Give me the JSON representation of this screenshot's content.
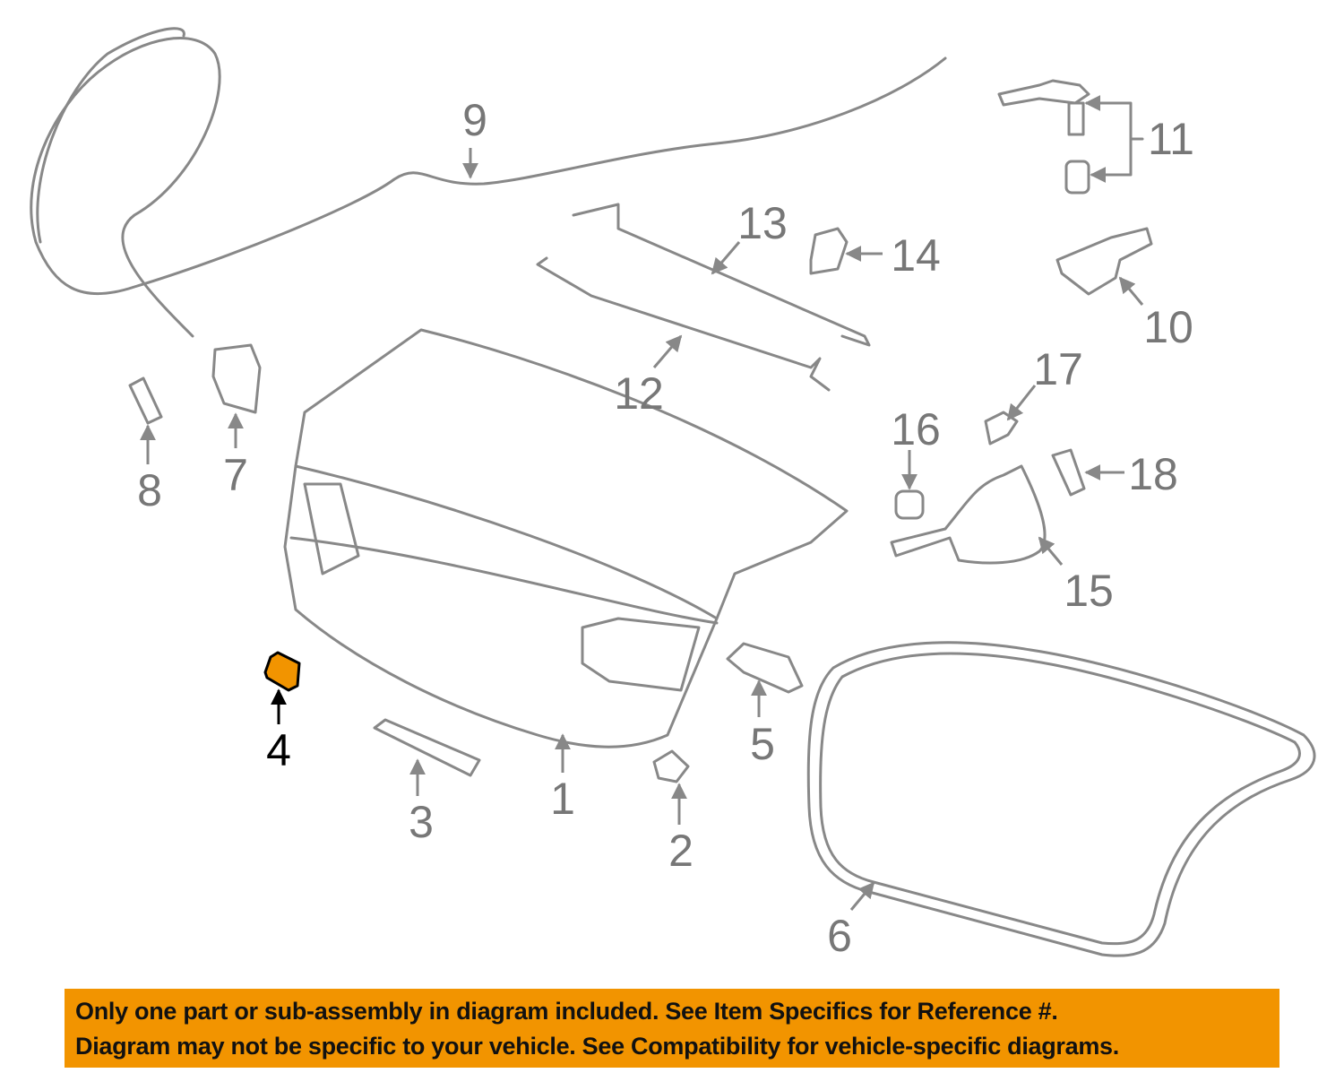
{
  "diagram": {
    "title": "Trunk lid components",
    "highlight_color": "#f29400",
    "highlighted_part": "4",
    "callouts": [
      "1",
      "2",
      "3",
      "4",
      "5",
      "6",
      "7",
      "8",
      "9",
      "10",
      "11",
      "12",
      "13",
      "14",
      "15",
      "16",
      "17",
      "18"
    ]
  },
  "banner": {
    "line1": "Only one part or sub-assembly in diagram included. See Item Specifics for Reference #.",
    "line2": "Diagram may not be specific to your vehicle. See Compatibility for vehicle-specific diagrams.",
    "background": "#f29400"
  }
}
